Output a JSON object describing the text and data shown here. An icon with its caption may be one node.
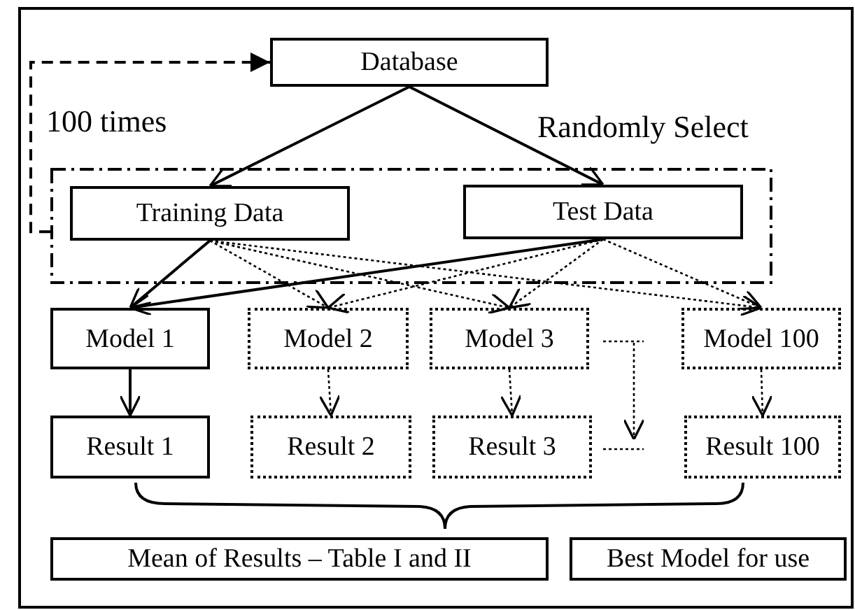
{
  "diagram": {
    "nodes": [
      {
        "text": [
          "Database"
        ]
      },
      {
        "text": [],
        "shape": "box"
      },
      {
        "text": [
          "Training Data"
        ],
        "in": 1
      },
      {
        "text": [
          "Test Data"
        ],
        "in": 1
      },
      {
        "text": [
          "Model 1"
        ]
      },
      {
        "text": [
          "Model 2"
        ]
      },
      {
        "text": [
          "Model 3"
        ]
      },
      {
        "text": [
          "Model 100"
        ]
      },
      {
        "text": [
          "Result 1"
        ]
      },
      {
        "text": [
          "Result 2"
        ]
      },
      {
        "text": [
          "Result 3"
        ]
      },
      {
        "text": [
          "Result 100"
        ]
      },
      {
        "text": [
          "Mean of Results – Table I and II"
        ]
      },
      {
        "text": [
          "Best Model for use"
        ]
      }
    ],
    "edges": [
      {
        "from": 1,
        "to": 0,
        "arrow": "to",
        "style": "dashed",
        "label": "100 times"
      },
      {
        "from": 0,
        "to": 2,
        "arrow": "to"
      },
      {
        "from": 0,
        "to": 3,
        "arrow": "to"
      },
      {
        "from": 2,
        "to": 4,
        "arrow": "to"
      },
      {
        "from": 3,
        "to": 4,
        "arrow": "to"
      },
      {
        "from": 2,
        "to": 5,
        "arrow": "to",
        "style": "dashed"
      },
      {
        "from": 2,
        "to": 6,
        "arrow": "to",
        "style": "dashed"
      },
      {
        "from": 2,
        "to": 7,
        "arrow": "to",
        "style": "dashed"
      },
      {
        "from": 3,
        "to": 5,
        "arrow": "to",
        "style": "dashed"
      },
      {
        "from": 3,
        "to": 6,
        "arrow": "to",
        "style": "dashed"
      },
      {
        "from": 3,
        "to": 7,
        "arrow": "to",
        "style": "dashed"
      },
      {
        "from": 4,
        "to": 8,
        "arrow": "to"
      },
      {
        "from": 5,
        "to": 9,
        "arrow": "to",
        "style": "dashed"
      },
      {
        "from": 6,
        "to": 10,
        "arrow": "to",
        "style": "dashed"
      },
      {
        "from": 7,
        "to": 11,
        "arrow": "to",
        "style": "dashed"
      }
    ],
    "labels": [
      "Randomly Select"
    ]
  }
}
